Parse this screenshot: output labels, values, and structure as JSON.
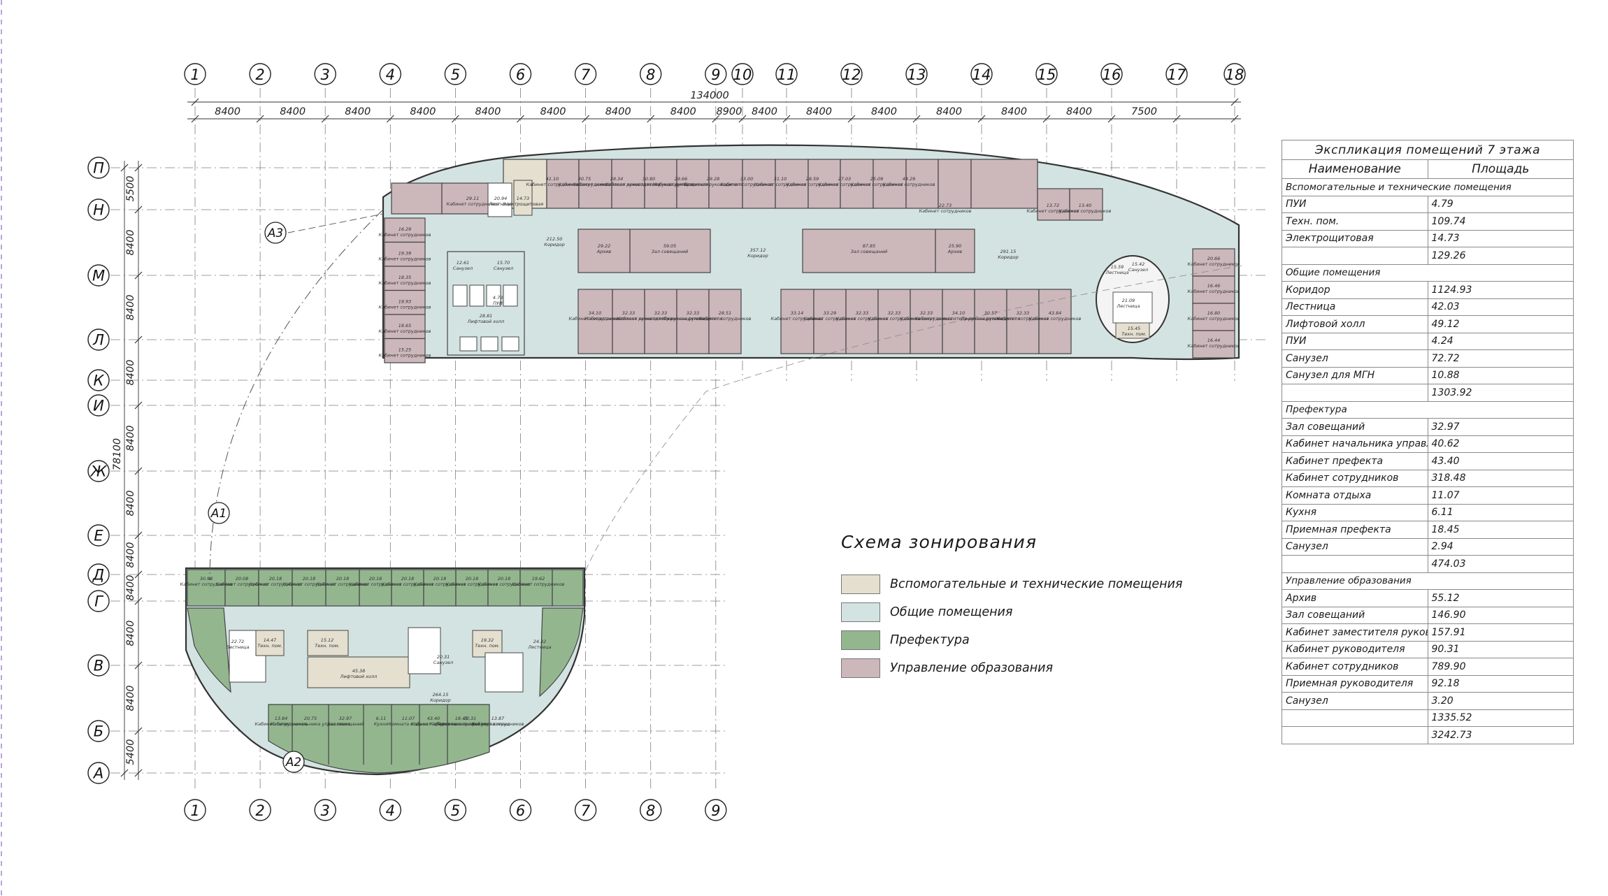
{
  "plan": {
    "axes_columns": [
      "1",
      "2",
      "3",
      "4",
      "5",
      "6",
      "7",
      "8",
      "9",
      "10",
      "11",
      "12",
      "13",
      "14",
      "15",
      "16",
      "17",
      "18"
    ],
    "axes_columns_bottom": [
      "1",
      "2",
      "3",
      "4",
      "5",
      "6",
      "7",
      "8",
      "9"
    ],
    "axes_rows": [
      "П",
      "Н",
      "М",
      "Л",
      "К",
      "И",
      "Ж",
      "Е",
      "Д",
      "Г",
      "В",
      "Б",
      "А"
    ],
    "top_dims": [
      "8400",
      "8400",
      "8400",
      "8400",
      "8400",
      "8400",
      "8400",
      "8400",
      "8900",
      "8400",
      "8400",
      "8400",
      "8400",
      "8400",
      "8400",
      "7500"
    ],
    "overall_width": "134000",
    "left_dims": [
      "5500",
      "8400",
      "8400",
      "8400",
      "8400",
      "8400",
      "8400",
      "8400",
      "8400",
      "8400",
      "5400"
    ],
    "overall_height": "78100",
    "section_markers": [
      "А3",
      "А1",
      "А2"
    ],
    "upper_rooms_top": [
      {
        "a": "29.11",
        "t": "Кабинет сотрудников"
      },
      {
        "a": "20.94",
        "t": "Лестница"
      },
      {
        "a": "14.73",
        "t": "Электрощитовая"
      },
      {
        "a": "41.10",
        "t": "Кабинет сотрудников"
      },
      {
        "a": "30.75",
        "t": "Кабинет сотрудников"
      },
      {
        "a": "28.34",
        "t": "Кабинет заместителя руководителя"
      },
      {
        "a": "30.80",
        "t": "Кабинет заместителя руководителя"
      },
      {
        "a": "29.66",
        "t": "Кабинет руководителя"
      },
      {
        "a": "29.28",
        "t": "Приемная руководителя"
      },
      {
        "a": "33.00",
        "t": "Кабинет сотрудников"
      },
      {
        "a": "31.10",
        "t": "Кабинет сотрудников"
      },
      {
        "a": "28.59",
        "t": "Кабинет сотрудников"
      },
      {
        "a": "27.03",
        "t": "Кабинет сотрудников"
      },
      {
        "a": "25.09",
        "t": "Кабинет сотрудников"
      },
      {
        "a": "44.29",
        "t": "Кабинет сотрудников"
      },
      {
        "a": "22.73",
        "t": "Кабинет сотрудников"
      },
      {
        "a": "13.72",
        "t": "Кабинет сотрудников"
      },
      {
        "a": "13.40",
        "t": "Кабинет сотрудников"
      }
    ],
    "upper_rooms_left": [
      {
        "a": "16.29",
        "t": "Кабинет сотрудников"
      },
      {
        "a": "19.39",
        "t": "Кабинет сотрудников"
      },
      {
        "a": "18.35",
        "t": "Кабинет сотрудников"
      },
      {
        "a": "18.93",
        "t": "Кабинет сотрудников"
      },
      {
        "a": "18.65",
        "t": "Кабинет сотрудников"
      },
      {
        "a": "15.25",
        "t": "Кабинет сотрудников"
      }
    ],
    "upper_rooms_bottom": [
      {
        "a": "34.10",
        "t": "Кабинет сотрудников"
      },
      {
        "a": "32.33",
        "t": "Кабинет заместителя руководителя"
      },
      {
        "a": "32.33",
        "t": "Кабинет заместителя руководителя"
      },
      {
        "a": "32.33",
        "t": "Приемная руководителя"
      },
      {
        "a": "28.51",
        "t": "Кабинет сотрудников"
      },
      {
        "a": "33.14",
        "t": "Кабинет сотрудников"
      },
      {
        "a": "33.29",
        "t": "Кабинет сотрудников"
      },
      {
        "a": "32.33",
        "t": "Кабинет сотрудников"
      },
      {
        "a": "32.33",
        "t": "Кабинет сотрудников"
      },
      {
        "a": "32.33",
        "t": "Кабинет сотрудников"
      },
      {
        "a": "34.10",
        "t": "Кабинет заместителя руководителя"
      },
      {
        "a": "30.57",
        "t": "Приемная руководителя"
      },
      {
        "a": "32.33",
        "t": "Кабинет сотрудников"
      },
      {
        "a": "43.84",
        "t": "Кабинет сотрудников"
      }
    ],
    "upper_rooms_right": [
      {
        "a": "20.66",
        "t": "Кабинет сотрудников"
      },
      {
        "a": "16.46",
        "t": "Кабинет сотрудников"
      },
      {
        "a": "16.80",
        "t": "Кабинет сотрудников"
      },
      {
        "a": "16.44",
        "t": "Кабинет сотрудников"
      }
    ],
    "upper_rooms_center": [
      {
        "a": "29.22",
        "t": "Архив"
      },
      {
        "a": "59.05",
        "t": "Зал совещаний"
      },
      {
        "a": "87.85",
        "t": "Зал совещаний"
      },
      {
        "a": "25.90",
        "t": "Архив"
      }
    ],
    "upper_common": [
      {
        "a": "212.50",
        "t": "Коридор"
      },
      {
        "a": "357.12",
        "t": "Коридор"
      },
      {
        "a": "291.15",
        "t": "Коридор"
      },
      {
        "a": "28.81",
        "t": "Лифтовой холл"
      },
      {
        "a": "12.61",
        "t": "Санузел"
      },
      {
        "a": "15.70",
        "t": "Санузел"
      },
      {
        "a": "4.79",
        "t": "ПУИ"
      },
      {
        "a": "15.59",
        "t": "Лестница"
      },
      {
        "a": "15.42",
        "t": "Санузел"
      },
      {
        "a": "21.09",
        "t": "Лестница"
      },
      {
        "a": "15.45",
        "t": "Техн. пом."
      }
    ],
    "lower_rooms_top": [
      {
        "a": "30.98",
        "t": "Кабинет сотрудников"
      },
      {
        "a": "20.08",
        "t": "Кабинет сотрудников"
      },
      {
        "a": "20.18",
        "t": "Кабинет сотрудников"
      },
      {
        "a": "20.18",
        "t": "Кабинет сотрудников"
      },
      {
        "a": "20.18",
        "t": "Кабинет сотрудников"
      },
      {
        "a": "20.18",
        "t": "Кабинет сотрудников"
      },
      {
        "a": "20.18",
        "t": "Кабинет сотрудников"
      },
      {
        "a": "20.18",
        "t": "Кабинет сотрудников"
      },
      {
        "a": "20.18",
        "t": "Кабинет сотрудников"
      },
      {
        "a": "20.18",
        "t": "Кабинет сотрудников"
      },
      {
        "a": "19.62",
        "t": "Кабинет сотрудников"
      }
    ],
    "lower_rooms_bottom": [
      {
        "a": "13.84",
        "t": "Кабинет сотрудников"
      },
      {
        "a": "20.75",
        "t": "Кабинет начальника управления"
      },
      {
        "a": "32.97",
        "t": "Зал совещаний"
      },
      {
        "a": "6.11",
        "t": "Кухня"
      },
      {
        "a": "11.07",
        "t": "Комната отдыха"
      },
      {
        "a": "43.40",
        "t": "Кабинет префекта"
      },
      {
        "a": "18.45",
        "t": "Приемная префекта"
      },
      {
        "a": "20.31",
        "t": "Кабинет начальника управления"
      },
      {
        "a": "13.87",
        "t": "Кабинет сотрудников"
      }
    ],
    "lower_common": [
      {
        "a": "22.72",
        "t": "Лестница"
      },
      {
        "a": "14.47",
        "t": "Техн. пом."
      },
      {
        "a": "15.12",
        "t": "Техн. пом."
      },
      {
        "a": "45.38",
        "t": "Лифтовой холл"
      },
      {
        "a": "20.31",
        "t": "Санузел"
      },
      {
        "a": "19.32",
        "t": "Техн. пом."
      },
      {
        "a": "24.32",
        "t": "Лестница"
      },
      {
        "a": "264.15",
        "t": "Коридор"
      }
    ]
  },
  "zoning": {
    "title": "Схема зонирования",
    "items": [
      {
        "label": "Вспомогательные и технические помещения",
        "color": "#e4dfcf"
      },
      {
        "label": "Общие помещения",
        "color": "#d3e3e2"
      },
      {
        "label": "Префектура",
        "color": "#93b68f"
      },
      {
        "label": "Управление образования",
        "color": "#ccb7bb"
      }
    ]
  },
  "schedule": {
    "title": "Экспликация помещений 7 этажа",
    "col_name": "Наименование",
    "col_area": "Площадь",
    "rows": [
      {
        "type": "group",
        "name": "Вспомогательные и технические помещения"
      },
      {
        "type": "row",
        "name": "ПУИ",
        "area": "4.79"
      },
      {
        "type": "row",
        "name": "Техн. пом.",
        "area": "109.74"
      },
      {
        "type": "row",
        "name": "Электрощитовая",
        "area": "14.73"
      },
      {
        "type": "sum",
        "area": "129.26"
      },
      {
        "type": "group",
        "name": "Общие помещения"
      },
      {
        "type": "row",
        "name": "Коридор",
        "area": "1124.93"
      },
      {
        "type": "row",
        "name": "Лестница",
        "area": "42.03"
      },
      {
        "type": "row",
        "name": "Лифтовой холл",
        "area": "49.12"
      },
      {
        "type": "row",
        "name": "ПУИ",
        "area": "4.24"
      },
      {
        "type": "row",
        "name": "Санузел",
        "area": "72.72"
      },
      {
        "type": "row",
        "name": "Санузел для МГН",
        "area": "10.88"
      },
      {
        "type": "sum",
        "area": "1303.92"
      },
      {
        "type": "group",
        "name": "Префектура"
      },
      {
        "type": "row",
        "name": "Зал совещаний",
        "area": "32.97"
      },
      {
        "type": "row",
        "name": "Кабинет начальника управления",
        "area": "40.62"
      },
      {
        "type": "row",
        "name": "Кабинет префекта",
        "area": "43.40"
      },
      {
        "type": "row",
        "name": "Кабинет сотрудников",
        "area": "318.48"
      },
      {
        "type": "row",
        "name": "Комната отдыха",
        "area": "11.07"
      },
      {
        "type": "row",
        "name": "Кухня",
        "area": "6.11"
      },
      {
        "type": "row",
        "name": "Приемная префекта",
        "area": "18.45"
      },
      {
        "type": "row",
        "name": "Санузел",
        "area": "2.94"
      },
      {
        "type": "sum",
        "area": "474.03"
      },
      {
        "type": "group",
        "name": "Управление образования"
      },
      {
        "type": "row",
        "name": "Архив",
        "area": "55.12"
      },
      {
        "type": "row",
        "name": "Зал совещаний",
        "area": "146.90"
      },
      {
        "type": "row",
        "name": "Кабинет заместителя руководителя",
        "area": "157.91"
      },
      {
        "type": "row",
        "name": "Кабинет руководителя",
        "area": "90.31"
      },
      {
        "type": "row",
        "name": "Кабинет сотрудников",
        "area": "789.90"
      },
      {
        "type": "row",
        "name": "Приемная руководителя",
        "area": "92.18"
      },
      {
        "type": "row",
        "name": "Санузел",
        "area": "3.20"
      },
      {
        "type": "sum",
        "area": "1335.52"
      },
      {
        "type": "sum",
        "area": "3242.73"
      }
    ]
  }
}
